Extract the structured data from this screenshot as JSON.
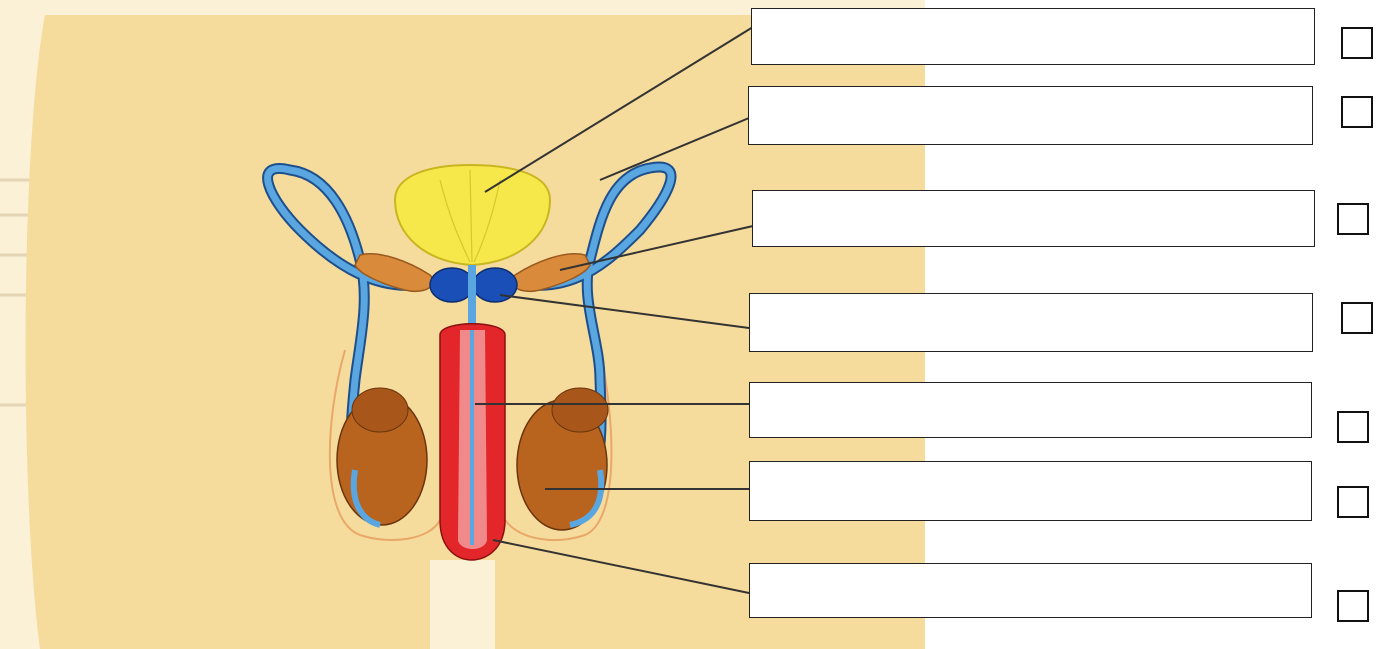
{
  "diagram": {
    "labels": [
      {
        "id": "label-1",
        "value": ""
      },
      {
        "id": "label-2",
        "value": ""
      },
      {
        "id": "label-3",
        "value": ""
      },
      {
        "id": "label-4",
        "value": ""
      },
      {
        "id": "label-5",
        "value": ""
      },
      {
        "id": "label-6",
        "value": ""
      },
      {
        "id": "label-7",
        "value": ""
      }
    ],
    "checkboxes": [
      {
        "checked": false
      },
      {
        "checked": false
      },
      {
        "checked": false
      },
      {
        "checked": false
      },
      {
        "checked": false
      },
      {
        "checked": false
      },
      {
        "checked": false
      }
    ]
  },
  "colors": {
    "background_skin": "#f6dc9c",
    "background_skin_light": "#fbe7b3",
    "bladder": "#f6e84a",
    "duct": "#5aa6e0",
    "duct_outline": "#1d4f8c",
    "seminal_vesicle": "#d98a3a",
    "prostate": "#1a4fb8",
    "testis": "#b8641e",
    "penis_red": "#e2262a",
    "penis_pink": "#f08a8a",
    "line": "#333333"
  }
}
